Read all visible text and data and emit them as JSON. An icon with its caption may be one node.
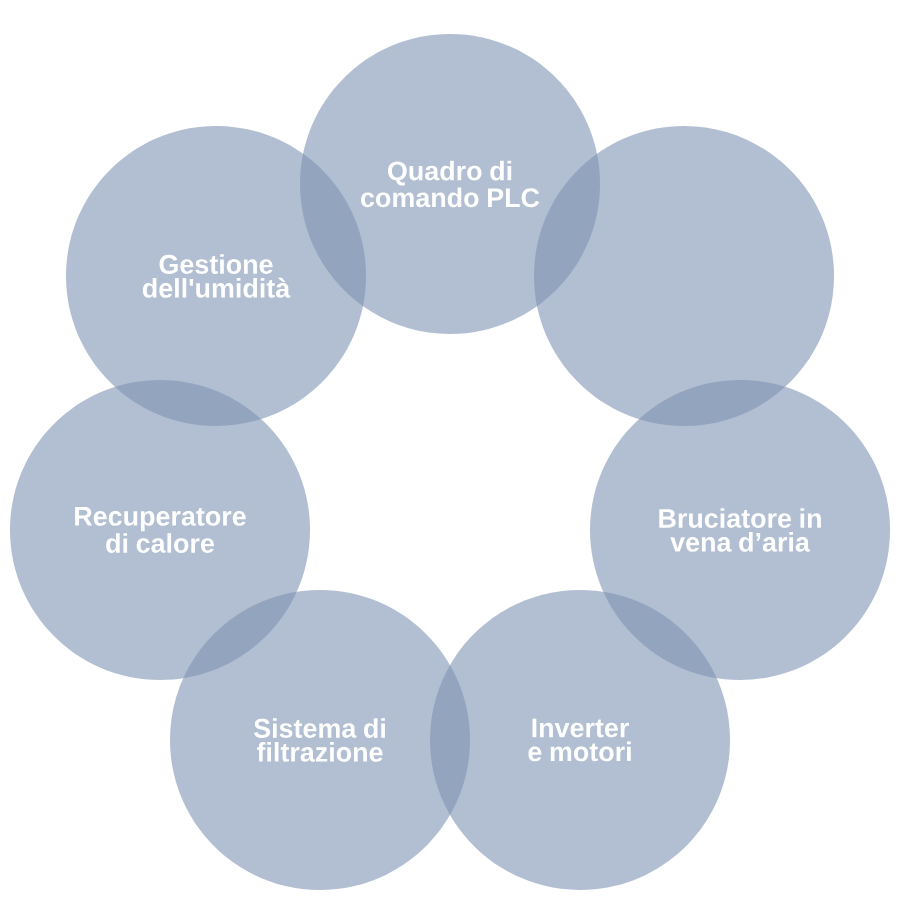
{
  "diagram": {
    "nodes": [
      {
        "text": [
          "Quadro di comando PLC"
        ]
      },
      {
        "text": [],
        "shape": "circle"
      },
      {
        "text": [
          "Bruciatore in vena d’aria"
        ]
      },
      {
        "text": [
          "Inverter e motori"
        ]
      },
      {
        "text": [
          "Sistema di filtrazione"
        ]
      },
      {
        "text": [
          "Recuperatore di calore"
        ]
      },
      {
        "text": [
          "Gestione dell'umidità"
        ]
      }
    ]
  }
}
